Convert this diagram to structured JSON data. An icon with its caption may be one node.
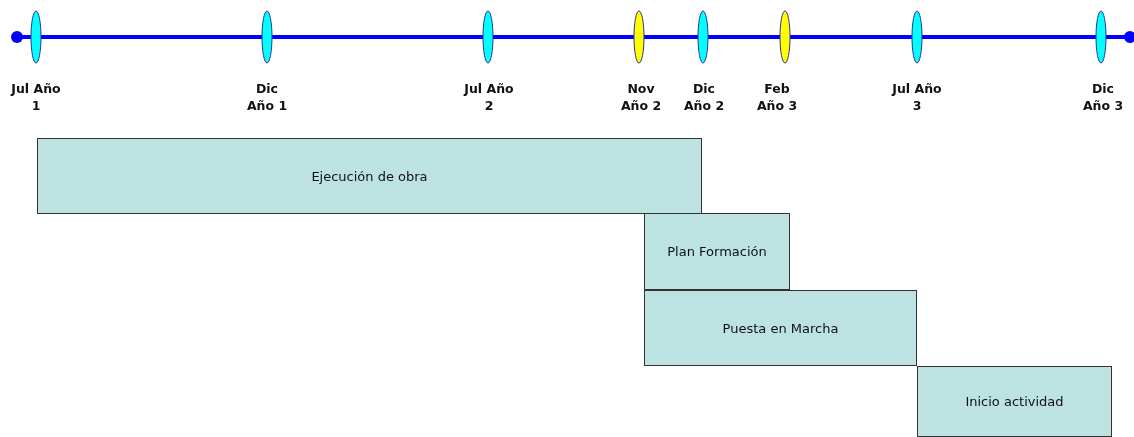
{
  "diagram": {
    "nodes": [
      {
        "text": [
          "Ejecución de obra"
        ]
      },
      {
        "text": [
          "Plan Formación"
        ]
      },
      {
        "text": [
          "Puesta en Marcha"
        ]
      },
      {
        "text": [
          "Inicio actividad"
        ]
      }
    ],
    "labels": [
      "Jul Año 1",
      "Dic Año 1",
      "Jul Año 2",
      "Nov Año 2",
      "Dic Año 2",
      "Feb Año 3",
      "Jul Año 3",
      "Dic Año 3"
    ]
  }
}
